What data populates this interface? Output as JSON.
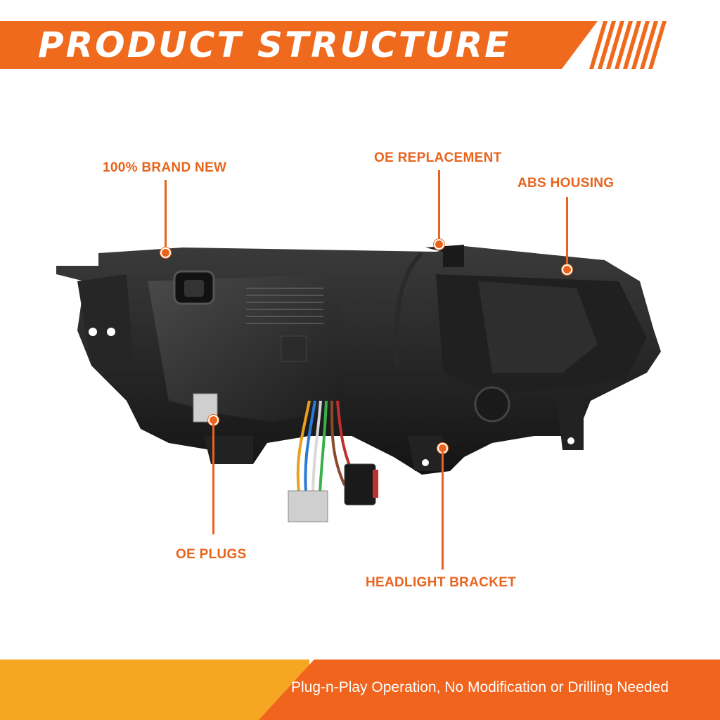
{
  "header": {
    "title": "PRODUCT STRUCTURE"
  },
  "callouts": {
    "brand_new": "100% BRAND NEW",
    "oe_replacement": "OE REPLACEMENT",
    "abs_housing": "ABS HOUSING",
    "oe_plugs": "OE PLUGS",
    "headlight_bracket": "HEADLIGHT BRACKET"
  },
  "footer": {
    "text": "Plug-n-Play Operation, No Modification or Drilling Needed"
  },
  "colors": {
    "accent": "#f06a1e",
    "footer_yellow": "#f7a623",
    "housing": "#1f1f1f"
  }
}
